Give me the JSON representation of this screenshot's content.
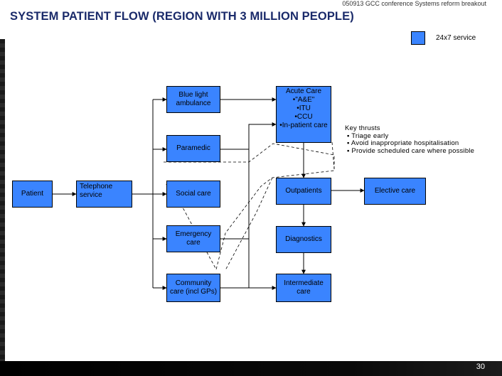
{
  "header": {
    "title": "SYSTEM PATIENT FLOW (REGION WITH 3 MILLION PEOPLE)",
    "note": "050913 GCC conference Systems reform breakout"
  },
  "legend": {
    "label": "24x7 service",
    "color": "#3a84ff"
  },
  "nodes": {
    "patient": "Patient",
    "telephone": "Telephone service",
    "blue_light": "Blue light ambulance",
    "paramedic": "Paramedic",
    "social_care": "Social care",
    "emergency_care": "Emergency care",
    "community_care": "Community care (incl GPs)",
    "acute_care": {
      "title": "Acute Care",
      "items": [
        "•\"A&E\"",
        "•ITU",
        "•CCU",
        "•In-patient care"
      ]
    },
    "outpatients": "Outpatients",
    "elective_care": "Elective care",
    "diagnostics": "Diagnostics",
    "intermediate_care": "Intermediate care"
  },
  "key_thrusts": {
    "heading": "Key thrusts",
    "items": [
      "▪  Triage early",
      "▪  Avoid inappropriate hospitalisation",
      "▪  Provide scheduled care where possible"
    ]
  },
  "footer": {
    "page_number": "30"
  }
}
